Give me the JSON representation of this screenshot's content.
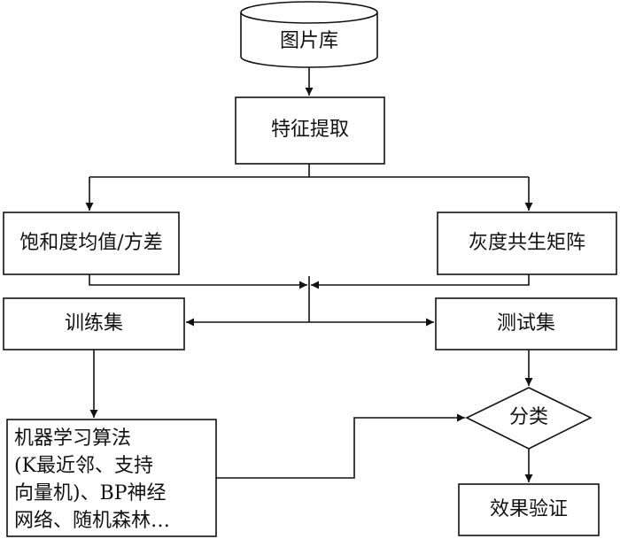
{
  "nodes": {
    "image_db": "图片库",
    "feature_extraction": "特征提取",
    "saturation_stats": "饱和度均值/方差",
    "glcm": "灰度共生矩阵",
    "training_set": "训练集",
    "test_set": "测试集",
    "ml_algorithms": {
      "lines": [
        "机器学习算法",
        "(K最近邻、支持",
        "向量机)、BP神经",
        "网络、随机森林…"
      ]
    },
    "classify": "分类",
    "validation": "效果验证"
  }
}
